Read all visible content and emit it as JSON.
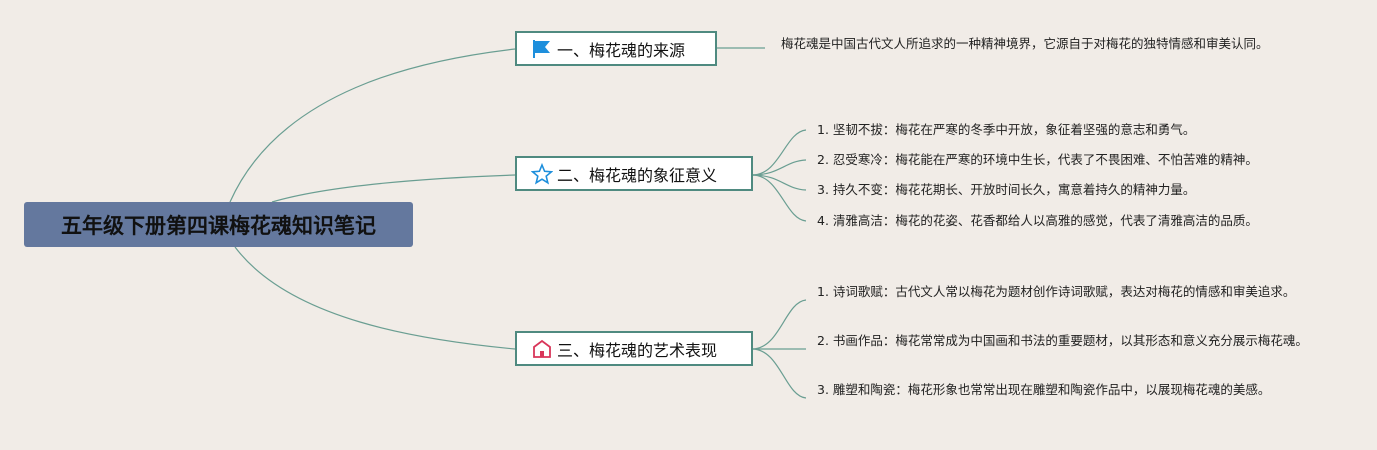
{
  "root": {
    "title": "五年级下册第四课梅花魂知识笔记"
  },
  "branches": [
    {
      "title": "一、梅花魂的来源",
      "icon": "flag-icon",
      "icon_color": "#1e8fdc",
      "leaves": [
        "梅花魂是中国古代文人所追求的一种精神境界，它源自于对梅花的独特情感和审美认同。"
      ]
    },
    {
      "title": "二、梅花魂的象征意义",
      "icon": "star-icon",
      "icon_color": "#1e8fdc",
      "leaves": [
        "1. 坚韧不拔：梅花在严寒的冬季中开放，象征着坚强的意志和勇气。",
        "2. 忍受寒冷：梅花能在严寒的环境中生长，代表了不畏困难、不怕苦难的精神。",
        "3. 持久不变：梅花花期长、开放时间长久，寓意着持久的精神力量。",
        "4. 清雅高洁：梅花的花姿、花香都给人以高雅的感觉，代表了清雅高洁的品质。"
      ]
    },
    {
      "title": "三、梅花魂的艺术表现",
      "icon": "home-icon",
      "icon_color": "#d9365a",
      "leaves": [
        "1. 诗词歌赋：古代文人常以梅花为题材创作诗词歌赋，表达对梅花的情感和审美追求。",
        "2. 书画作品：梅花常常成为中国画和书法的重要题材，以其形态和意义充分展示梅花魂。",
        "3. 雕塑和陶瓷：梅花形象也常常出现在雕塑和陶瓷作品中，以展现梅花魂的美感。"
      ]
    }
  ],
  "colors": {
    "line": "#6a9e92",
    "border": "#4f8a80",
    "root_bg": "#64789e",
    "background": "#f1ece7"
  }
}
